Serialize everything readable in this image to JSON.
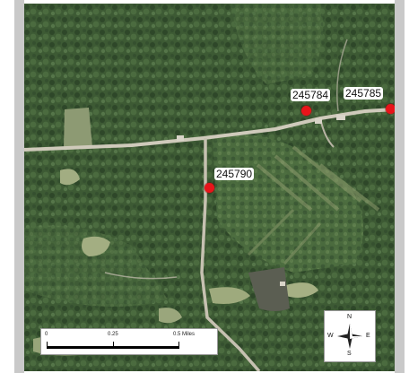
{
  "map": {
    "imagery": "aerial satellite photo, forested terrain with roads and clearings",
    "colors": {
      "forest_dark": "#2f4a2a",
      "forest": "#4a6b3e",
      "clearing": "#9aa97a",
      "road": "#c8c3b4",
      "marker": "#e8141a"
    }
  },
  "markers": [
    {
      "id": "245784",
      "label": "245784"
    },
    {
      "id": "245785",
      "label": "245785"
    },
    {
      "id": "245790",
      "label": "245790"
    }
  ],
  "scale_bar": {
    "tick_labels": [
      "0",
      "0.25",
      "0.5 Miles"
    ]
  },
  "compass": {
    "north": "N",
    "south": "S",
    "east": "E",
    "west": "W"
  }
}
